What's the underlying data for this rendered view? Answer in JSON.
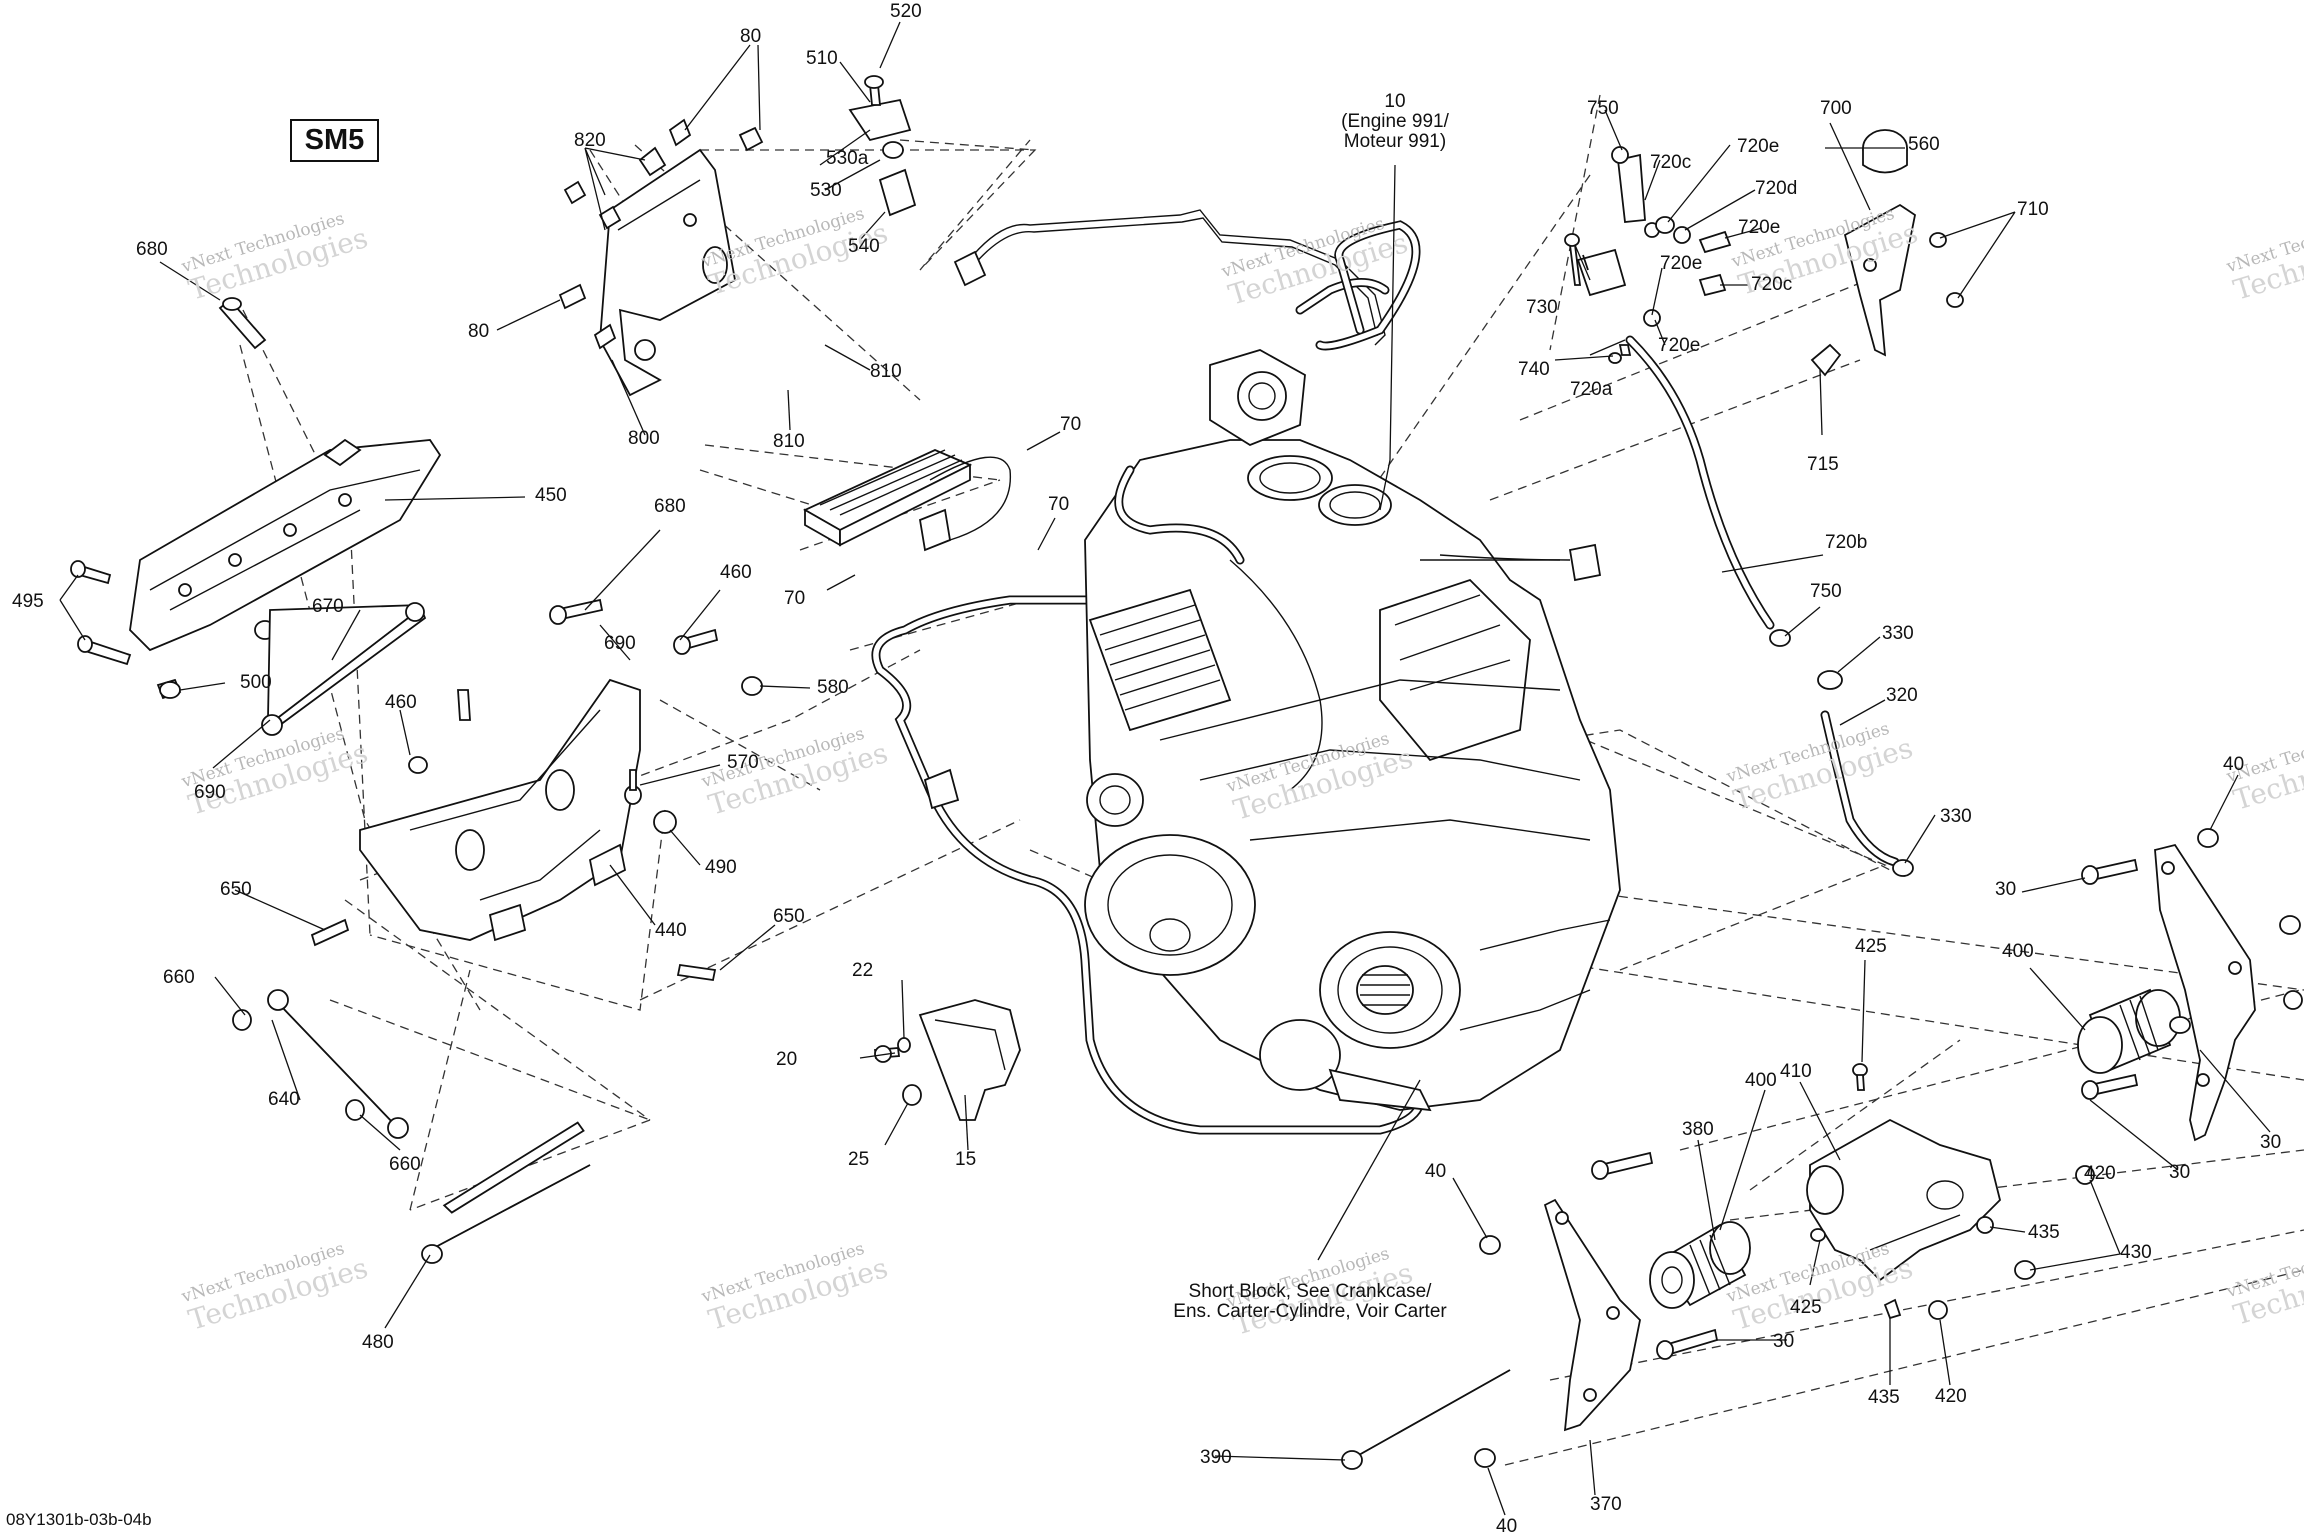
{
  "badge": "SM5",
  "doc_id": "08Y1301b-03b-04b",
  "watermark": {
    "line1": "vNext Technologies",
    "line2": "Technologies"
  },
  "engine_label": {
    "number": "10",
    "line1": "(Engine 991/",
    "line2": "Moteur 991)"
  },
  "short_block": {
    "line1": "Short Block, See Crankcase/",
    "line2": "Ens. Carter-Cylindre, Voir Carter"
  },
  "callouts": [
    "520",
    "510",
    "80",
    "820",
    "530a",
    "530",
    "540",
    "680",
    "80",
    "800",
    "810",
    "810",
    "450",
    "495",
    "500",
    "670",
    "680",
    "690",
    "460",
    "460",
    "690",
    "580",
    "570",
    "490",
    "440",
    "650",
    "650",
    "660",
    "640",
    "660",
    "480",
    "70",
    "70",
    "70",
    "22",
    "20",
    "25",
    "15",
    "750",
    "720c",
    "720e",
    "720d",
    "720e",
    "730",
    "720e",
    "720c",
    "720e",
    "740",
    "720a",
    "700",
    "560",
    "710",
    "715",
    "720b",
    "750",
    "330",
    "320",
    "330",
    "40",
    "30",
    "400",
    "425",
    "410",
    "30",
    "380",
    "400",
    "420",
    "30",
    "40",
    "435",
    "430",
    "425",
    "435",
    "420",
    "30",
    "390",
    "370",
    "40"
  ]
}
